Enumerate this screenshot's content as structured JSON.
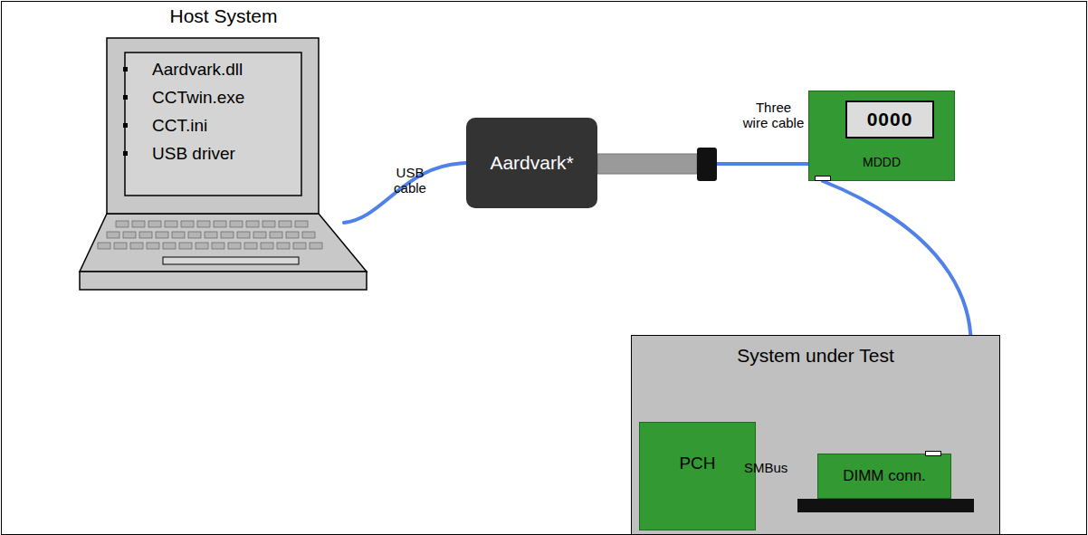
{
  "diagram": {
    "nodes": [
      {
        "text": [
          "Host System",
          "Aardvark.dll",
          "CCTwin.exe",
          "CCT.ini",
          "USB driver"
        ]
      },
      {
        "text": [
          "Aardvark*"
        ]
      },
      {
        "text": [
          "MDDD"
        ]
      },
      {
        "text": [
          "0000"
        ],
        "in": 2
      },
      {
        "text": [
          "System under Test"
        ]
      },
      {
        "text": [
          "PCH"
        ],
        "in": 4
      },
      {
        "text": [
          "DIMM conn."
        ],
        "in": 4
      }
    ],
    "edges": [
      {
        "from": 0,
        "to": 1,
        "label": "USB cable",
        "arrow": "none"
      },
      {
        "from": 1,
        "to": 2,
        "label": "Three wire cable",
        "arrow": "none"
      },
      {
        "from": 2,
        "to": 6,
        "arrow": "none"
      },
      {
        "from": 5,
        "to": 6,
        "label": "SMBus",
        "arrow": "both"
      }
    ]
  }
}
